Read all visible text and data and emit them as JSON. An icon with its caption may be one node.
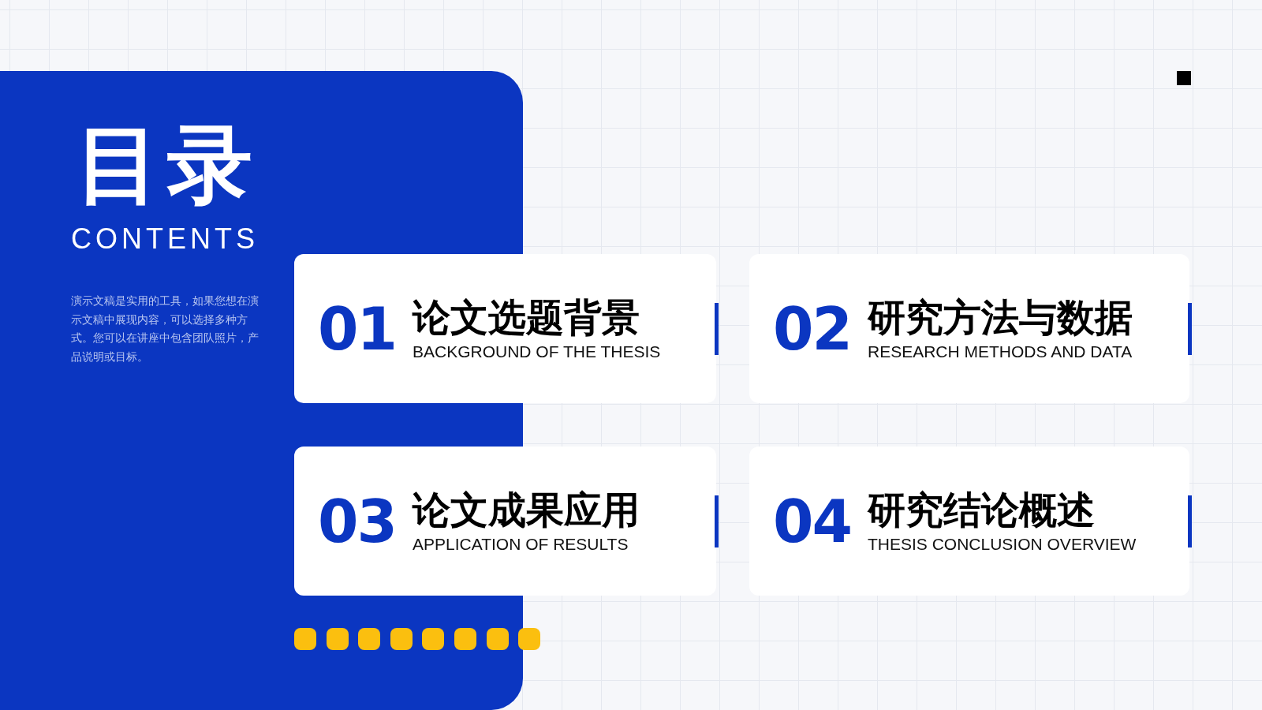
{
  "diagram": {
    "title": "目录",
    "nodes": [
      {
        "text": [
          "01",
          "论文选题背景",
          "BACKGROUND OF THE THESIS"
        ]
      },
      {
        "text": [
          "02",
          "研究方法与数据",
          "RESEARCH METHODS AND DATA"
        ]
      },
      {
        "text": [
          "03",
          "论文成果应用",
          "APPLICATION OF RESULTS"
        ]
      },
      {
        "text": [
          "04",
          "研究结论概述",
          "THESIS CONCLUSION OVERVIEW"
        ]
      }
    ],
    "labels": [
      "CONTENTS",
      "演示文稿是实用的工具，如果您想在演示文稿中展现内容，可以选择多种方式。您可以在讲座中包含团队照片，产品说明或目标。"
    ]
  }
}
